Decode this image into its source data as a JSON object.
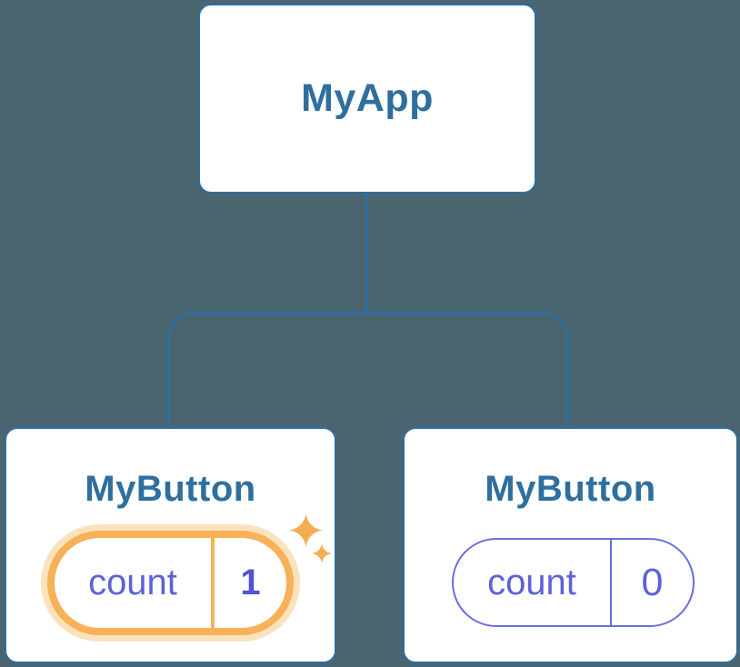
{
  "tree": {
    "root": {
      "label": "MyApp"
    },
    "children": [
      {
        "label": "MyButton",
        "state": {
          "name": "count",
          "value": "1"
        },
        "highlighted": true
      },
      {
        "label": "MyButton",
        "state": {
          "name": "count",
          "value": "0"
        },
        "highlighted": false
      }
    ]
  },
  "colors": {
    "background": "#4A6570",
    "node_bg": "#FFFFFF",
    "node_border": "#2D70A1",
    "node_title": "#2F6F9E",
    "pill_border": "#6A6FDB",
    "state_text": "#5B63D6",
    "state_value_highlight": "#5053D4",
    "highlight_ring": "#F6B159",
    "highlight_halo": "#FBE2BC",
    "sparkle": "#F4AE52"
  }
}
